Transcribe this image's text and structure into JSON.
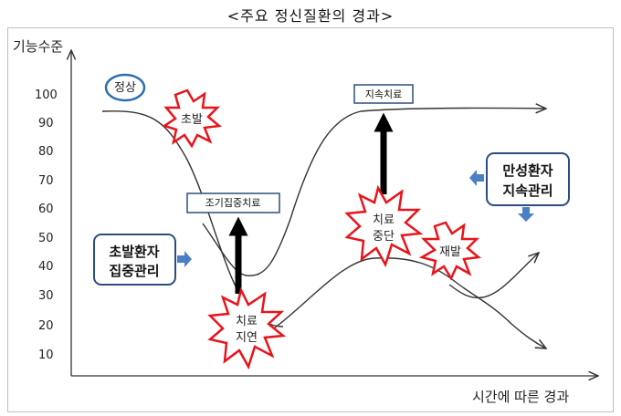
{
  "title": "<주요 정신질환의 경과>",
  "y_axis_label": "기능수준",
  "x_axis_label": "시간에 따른 경과",
  "y_ticks": [
    "100",
    "90",
    "80",
    "70",
    "60",
    "50",
    "40",
    "30",
    "20",
    "10"
  ],
  "labels": {
    "normal": "정상",
    "onset": "초발",
    "early_treatment": "조기집중치료",
    "sustained_treatment": "지속치료",
    "treatment_delay_1": "치료",
    "treatment_delay_2": "지연",
    "treatment_stop_1": "치료",
    "treatment_stop_2": "중단",
    "relapse": "재발",
    "first_episode_1": "초발환자",
    "first_episode_2": "집중관리",
    "chronic_1": "만성환자",
    "chronic_2": "지속관리"
  },
  "colors": {
    "burst_stroke": "#e8141b",
    "box_stroke": "#2b4d7f",
    "arrow_blue": "#4a7fc4",
    "circle_stroke": "#2e6fae"
  }
}
